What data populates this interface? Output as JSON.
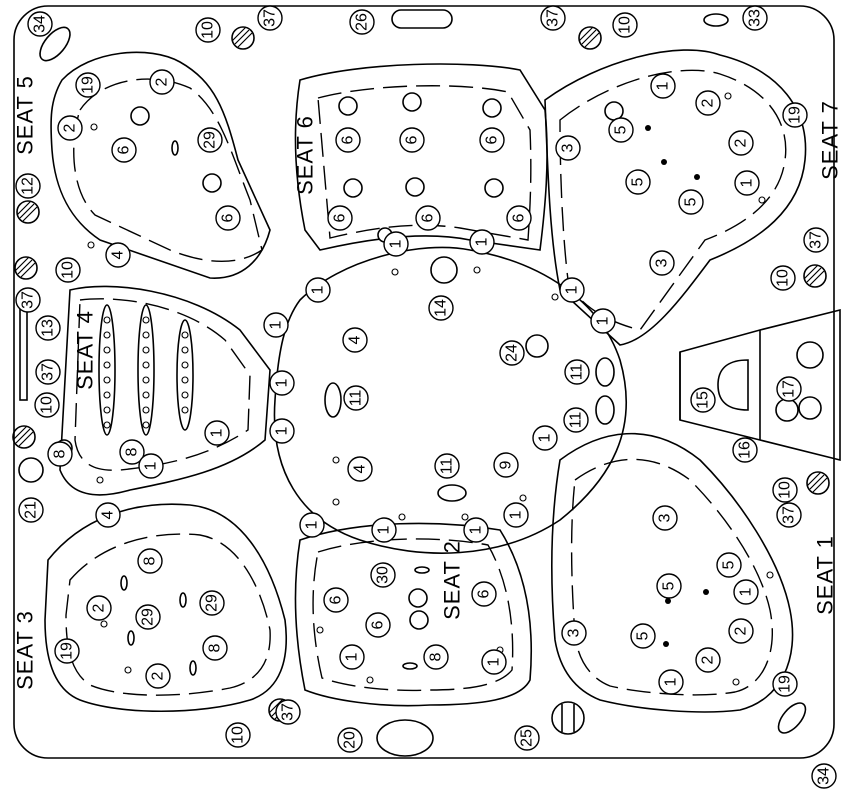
{
  "seats": [
    {
      "id": "seat-1",
      "label": "SEAT 1"
    },
    {
      "id": "seat-2",
      "label": "SEAT 2"
    },
    {
      "id": "seat-3",
      "label": "SEAT 3"
    },
    {
      "id": "seat-4",
      "label": "SEAT 4"
    },
    {
      "id": "seat-5",
      "label": "SEAT 5"
    },
    {
      "id": "seat-6",
      "label": "SEAT 6"
    },
    {
      "id": "seat-7",
      "label": "SEAT 7"
    }
  ],
  "callout_numbers": [
    "1",
    "2",
    "3",
    "4",
    "5",
    "6",
    "8",
    "9",
    "10",
    "11",
    "12",
    "13",
    "14",
    "15",
    "16",
    "17",
    "19",
    "20",
    "21",
    "24",
    "25",
    "26",
    "29",
    "30",
    "33",
    "34",
    "37"
  ],
  "orientation": "rotated 90 degrees counter-clockwise",
  "line_color": "#000000",
  "background_color": "#ffffff"
}
